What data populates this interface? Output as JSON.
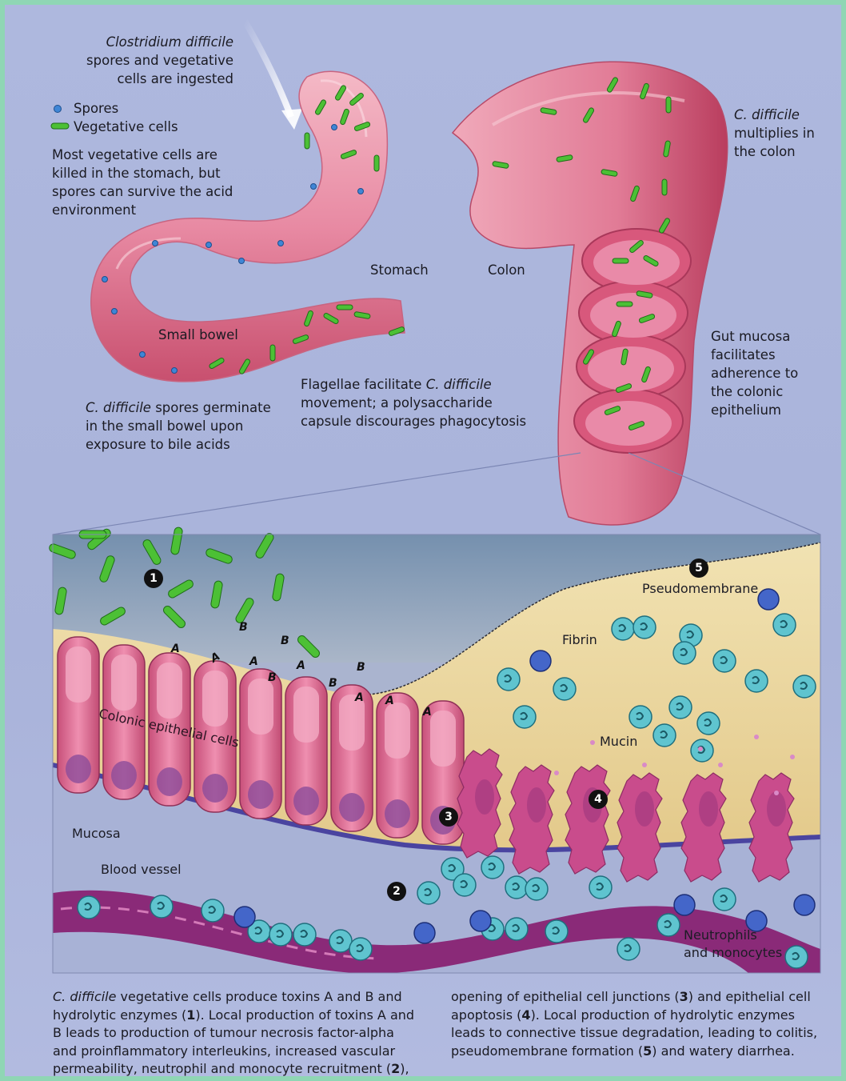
{
  "top_labels": {
    "ingest_species": "Clostridium difficile",
    "ingest_rest_1": "spores and vegetative",
    "ingest_rest_2": "cells are ingested",
    "legend_spores": "Spores",
    "legend_vegetative": "Vegetative cells",
    "stomach_note_1": "Most vegetative cells are",
    "stomach_note_2": "killed in the stomach, but",
    "stomach_note_3": "spores can survive the acid",
    "stomach_note_4": "environment",
    "stomach": "Stomach",
    "colon": "Colon",
    "small_bowel": "Small bowel",
    "colon_species": "C. difficile",
    "colon_rest_1": "multiplies in",
    "colon_rest_2": "the colon",
    "mucosa_note_1": "Gut mucosa",
    "mucosa_note_2": "facilitates",
    "mucosa_note_3": "adherence to",
    "mucosa_note_4": "the colonic",
    "mucosa_note_5": "epithelium",
    "flag_pre": "Flagellae facilitate ",
    "flag_species": "C. difficile",
    "flag_rest_1": "movement; a polysaccharide",
    "flag_rest_2": "capsule discourages phagocytosis",
    "germ_species": "C. difficile",
    "germ_rest_1": " spores germinate",
    "germ_rest_2": "in the small bowel upon",
    "germ_rest_3": "exposure to bile acids"
  },
  "inset_labels": {
    "pseudomembrane": "Pseudomembrane",
    "fibrin": "Fibrin",
    "colonic_cells": "Colonic epithelial cells",
    "mucin": "Mucin",
    "mucosa": "Mucosa",
    "blood_vessel": "Blood vessel",
    "neutrophils_1": "Neutrophils",
    "neutrophils_2": "and monocytes"
  },
  "markers": [
    "1",
    "2",
    "3",
    "4",
    "5"
  ],
  "toxins": [
    "A",
    "B",
    "A",
    "B",
    "A",
    "B",
    "A",
    "B",
    "A",
    "B",
    "A",
    "A"
  ],
  "caption_left": {
    "species": "C. difficile",
    "l1_rest": " vegetative cells produce toxins A and B and",
    "l2_a": "hydrolytic enzymes (",
    "l2_num": "1",
    "l2_b": "). Local production of toxins A and",
    "l3": "B leads to production of tumour necrosis factor-alpha",
    "l4": "and proinflammatory interleukins, increased vascular",
    "l5_a": "permeability, neutrophil and monocyte recruitment (",
    "l5_num": "2",
    "l5_b": "),"
  },
  "caption_right": {
    "l1_a": "opening of epithelial cell junctions (",
    "l1_num": "3",
    "l1_b": ") and epithelial cell",
    "l2_a": "apoptosis (",
    "l2_num": "4",
    "l2_b": "). Local production of hydrolytic enzymes",
    "l3": "leads to connective tissue degradation, leading to colitis,",
    "l4_a": "pseudomembrane formation (",
    "l4_num": "5",
    "l4_b": ") and watery diarrhea."
  },
  "colors": {
    "border": "#8fd6b4",
    "background": "#aeb8de",
    "organ_pink": "#e98aa4",
    "bacteria_green": "#3fae2a",
    "spore_blue": "#4f8fd8",
    "fibrin_yellow": "#ecd89c",
    "vessel_purple": "#8a2a78",
    "cell_teal": "#5fc4cf"
  }
}
